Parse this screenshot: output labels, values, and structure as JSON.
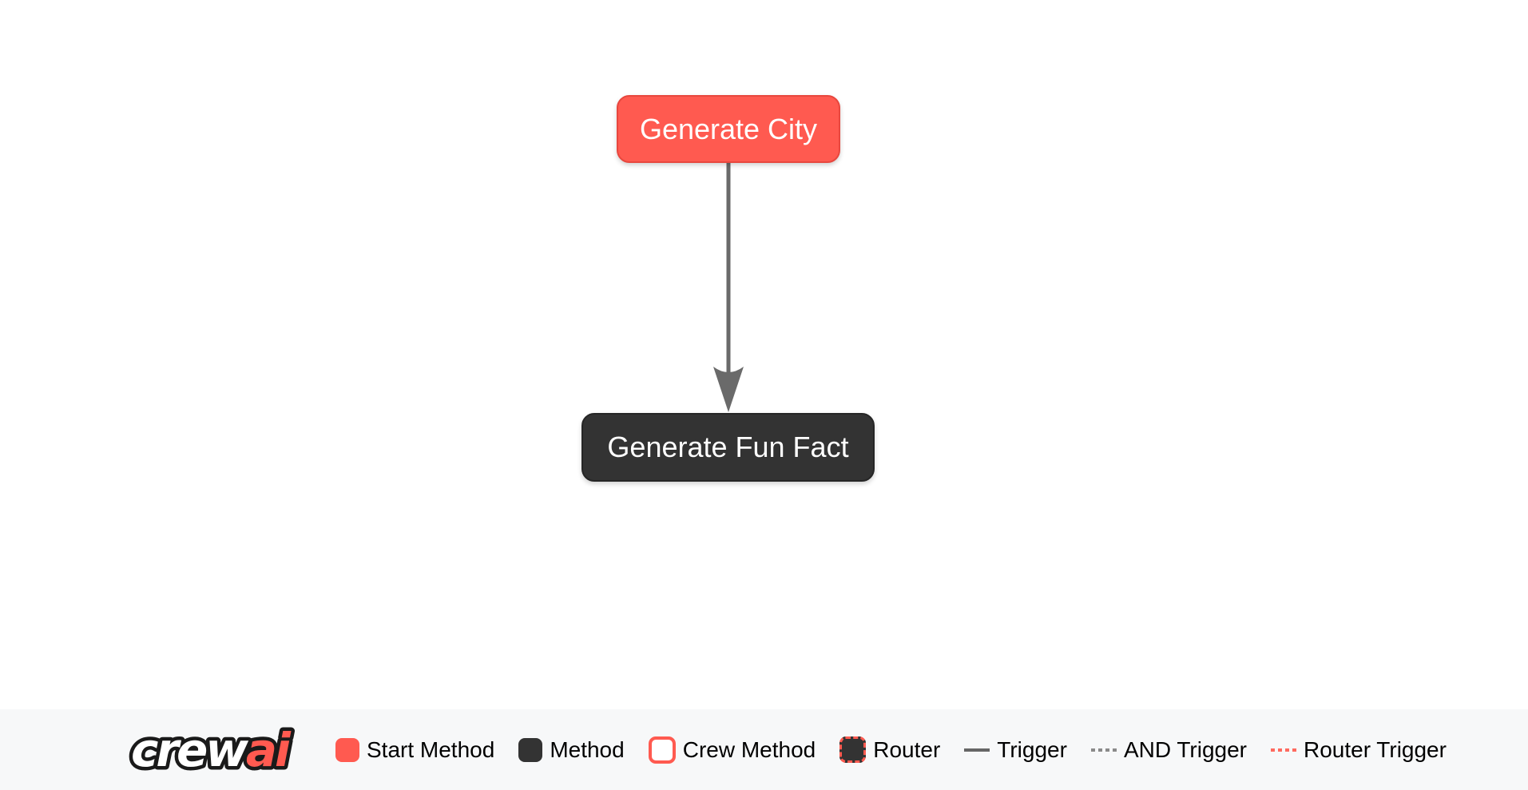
{
  "flow": {
    "nodes": [
      {
        "id": "generate_city",
        "label": "Generate City",
        "type": "start-method",
        "fill_color": "#FF5A50",
        "border_color": "#E8473E",
        "text_color": "#ffffff"
      },
      {
        "id": "generate_fun_fact",
        "label": "Generate Fun Fact",
        "type": "method",
        "fill_color": "#333333",
        "border_color": "#262626",
        "text_color": "#ffffff"
      }
    ],
    "edges": [
      {
        "from": "generate_city",
        "to": "generate_fun_fact",
        "type": "trigger",
        "color": "#666666"
      }
    ]
  },
  "legend": {
    "background_color": "#F7F8F9",
    "logo": {
      "crew": "crew",
      "ai": "ai",
      "crew_color": "#ffffff",
      "ai_color": "#FF5A50",
      "outline_color": "#1a1a1a"
    },
    "items": [
      {
        "label": "Start Method",
        "swatch": "solid-red-box",
        "color": "#FF5A50"
      },
      {
        "label": "Method",
        "swatch": "solid-dark-box",
        "color": "#333333"
      },
      {
        "label": "Crew Method",
        "swatch": "red-outline-box",
        "color": "#FF5A50"
      },
      {
        "label": "Router",
        "swatch": "dark-box-dashed-red",
        "color": "#333333"
      },
      {
        "label": "Trigger",
        "swatch": "solid-gray-line",
        "color": "#666666"
      },
      {
        "label": "AND Trigger",
        "swatch": "dashed-gray-line",
        "color": "#8a8a8a"
      },
      {
        "label": "Router Trigger",
        "swatch": "dashed-red-line",
        "color": "#FF6A5F"
      }
    ]
  }
}
